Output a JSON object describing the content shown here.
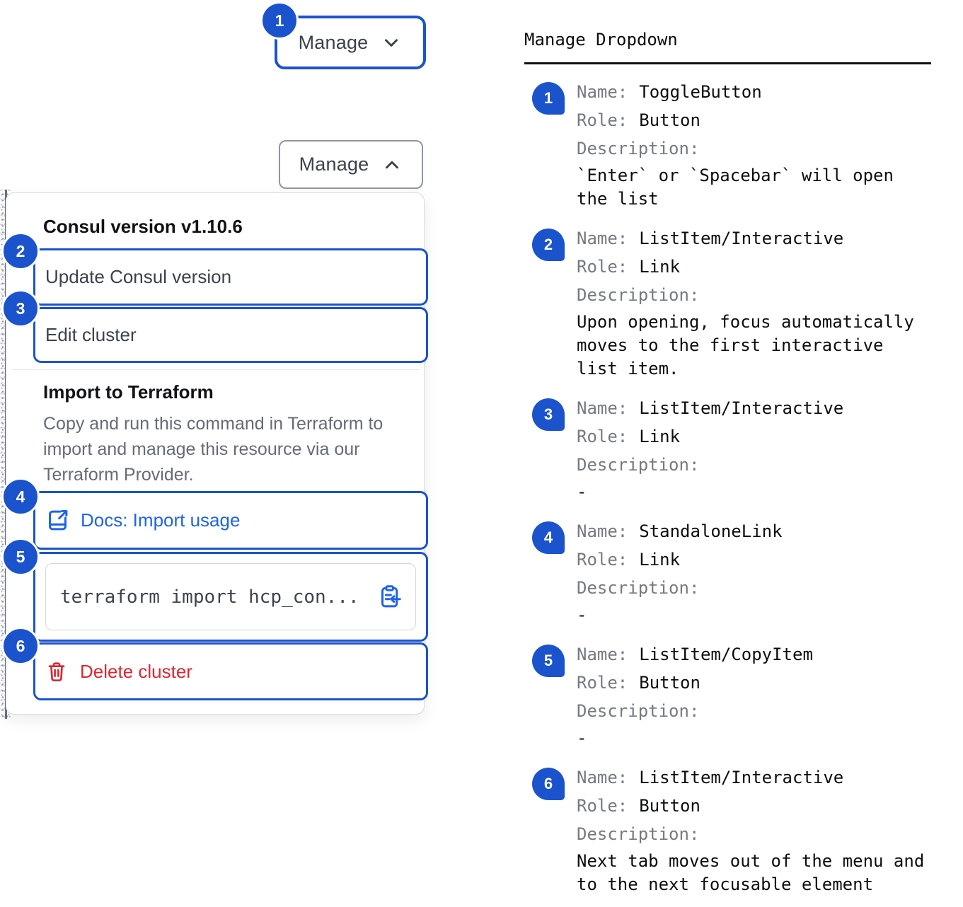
{
  "colors": {
    "accent_blue": "#1b53cd",
    "link_blue": "#1e63ee",
    "danger_red": "#e02530"
  },
  "manage_closed": {
    "badge": "1",
    "label": "Manage",
    "icon": "chevron-down-icon"
  },
  "manage_open": {
    "label": "Manage",
    "icon": "chevron-up-icon"
  },
  "dropdown": {
    "version_header": "Consul version v1.10.6",
    "update_item": {
      "badge": "2",
      "label": "Update Consul version"
    },
    "edit_item": {
      "badge": "3",
      "label": "Edit cluster"
    },
    "import_section": {
      "title": "Import to Terraform",
      "description": "Copy and run this command in Terraform to import and manage this resource via our Terraform Provider.",
      "docs_link": {
        "badge": "4",
        "label": "Docs: Import usage",
        "icon": "docs-link-icon"
      },
      "copy_item": {
        "badge": "5",
        "code": "terraform import hcp_con...",
        "icon": "clipboard-copy-icon"
      }
    },
    "delete_item": {
      "badge": "6",
      "label": "Delete cluster",
      "icon": "trash-icon"
    }
  },
  "doc_panel": {
    "title": "Manage Dropdown",
    "labels": {
      "name": "Name:",
      "role": "Role:",
      "description": "Description:"
    },
    "items": [
      {
        "num": "1",
        "name": "ToggleButton",
        "role": "Button",
        "description": "`Enter` or `Spacebar` will open the list"
      },
      {
        "num": "2",
        "name": "ListItem/Interactive",
        "role": "Link",
        "description": "Upon opening, focus automatically moves to the first interactive list item."
      },
      {
        "num": "3",
        "name": "ListItem/Interactive",
        "role": "Link",
        "description": "-"
      },
      {
        "num": "4",
        "name": "StandaloneLink",
        "role": "Link",
        "description": "-"
      },
      {
        "num": "5",
        "name": "ListItem/CopyItem",
        "role": "Button",
        "description": "-"
      },
      {
        "num": "6",
        "name": "ListItem/Interactive",
        "role": "Button",
        "description": "Next tab moves out of the menu and to the next focusable element"
      }
    ]
  }
}
